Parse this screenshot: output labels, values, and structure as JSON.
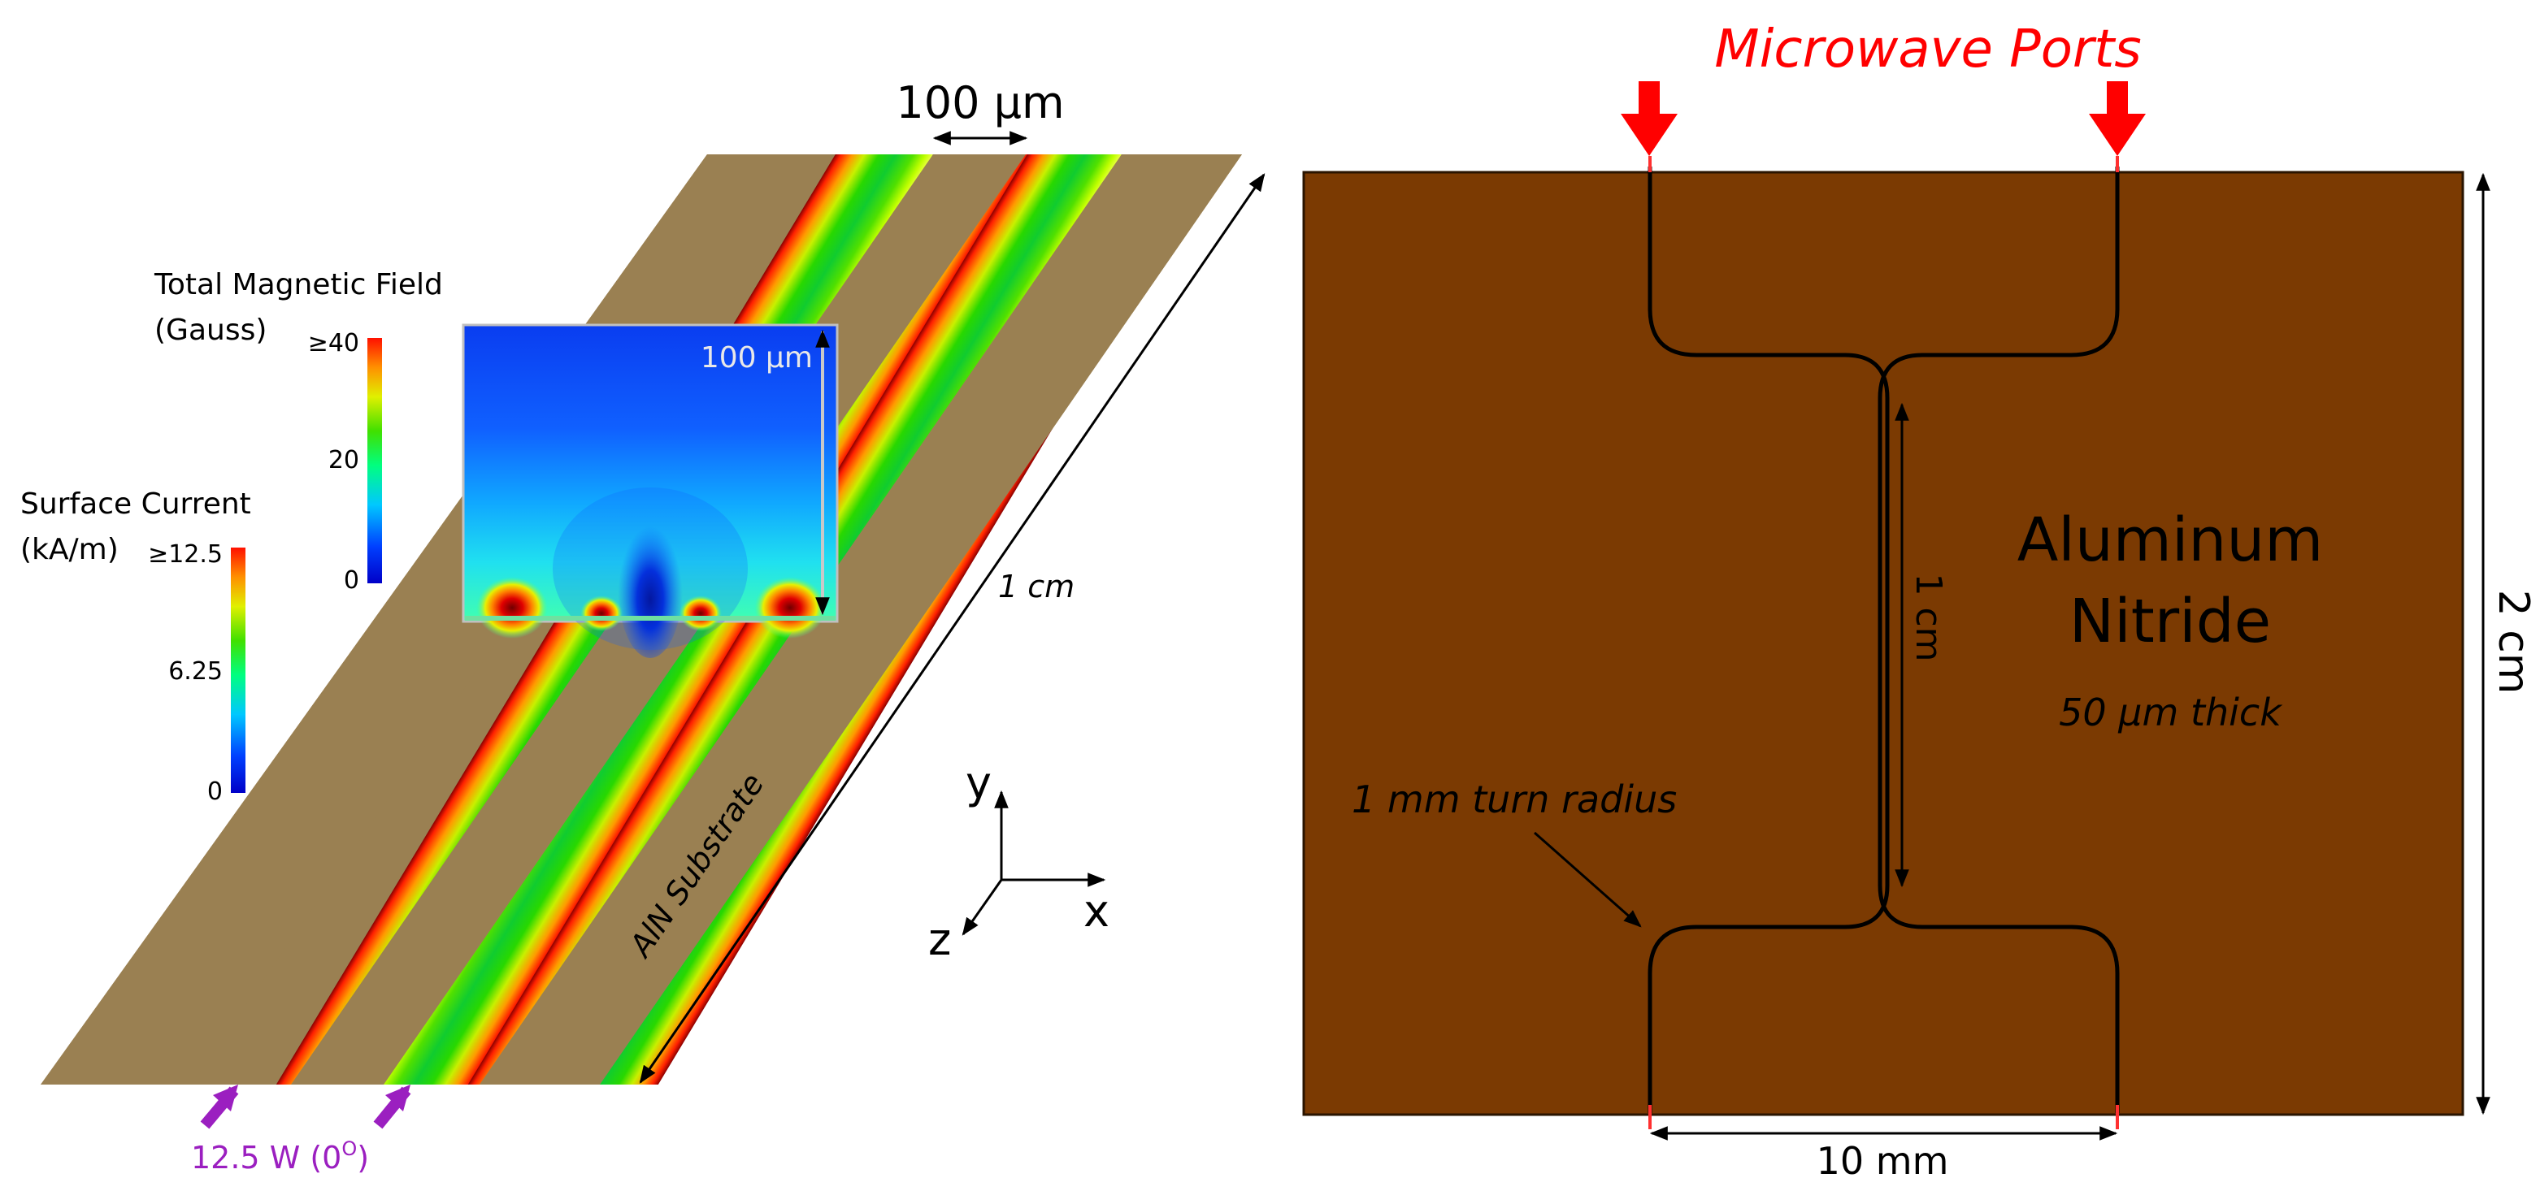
{
  "left_panel": {
    "dimension_top": "100 µm",
    "dimension_length": "1 cm",
    "substrate_label": "AlN Substrate",
    "port_power_label": "12.5 W (0",
    "port_power_sup": "O",
    "port_power_close": ")",
    "colorbar_field": {
      "title_line1": "Total Magnetic Field",
      "title_line2": "(Gauss)",
      "ticks": [
        "≥40",
        "20",
        "0"
      ]
    },
    "colorbar_current": {
      "title_line1": "Surface Current",
      "title_line2": "(kA/m)",
      "ticks": [
        "≥12.5",
        "6.25",
        "0"
      ]
    },
    "inset_label": "100 µm",
    "axes": {
      "y": "y",
      "x": "x",
      "z": "z"
    }
  },
  "right_panel": {
    "title": "Microwave Ports",
    "material_line1": "Aluminum",
    "material_line2": "Nitride",
    "thickness": "50 µm thick",
    "turn_radius": "1 mm turn radius",
    "length_label": "1 cm",
    "height_label": "2 cm",
    "width_label": "10 mm"
  },
  "colors": {
    "substrate_tan": "#9a8052",
    "board_brown": "#7b3a02",
    "port_red": "#ff0000",
    "port_purple": "#9b1fc0"
  }
}
